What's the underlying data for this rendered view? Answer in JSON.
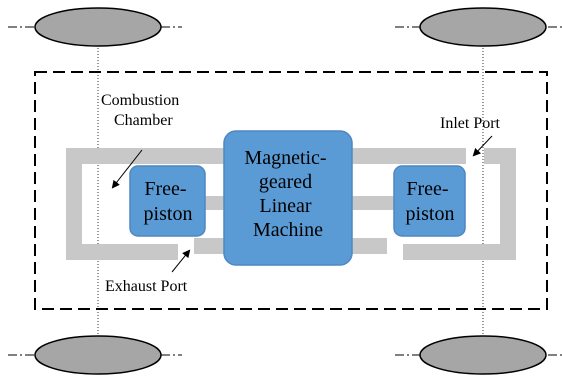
{
  "labels": {
    "combustion_chamber_line1": "Combustion",
    "combustion_chamber_line2": "Chamber",
    "inlet_port": "Inlet Port",
    "exhaust_port": "Exhaust Port"
  },
  "blocks": {
    "left_piston": [
      "Free-",
      "piston"
    ],
    "right_piston": [
      "Free-",
      "piston"
    ],
    "machine": [
      "Magnetic-",
      "geared",
      "Linear",
      "Machine"
    ]
  },
  "colors": {
    "block_fill": "#5b9bd5",
    "block_stroke": "#4f87c2",
    "pipe_fill": "#c8c8c8",
    "wheel_fill": "#a6a6a6",
    "wheel_stroke": "#000000",
    "frame_stroke": "#000000"
  }
}
